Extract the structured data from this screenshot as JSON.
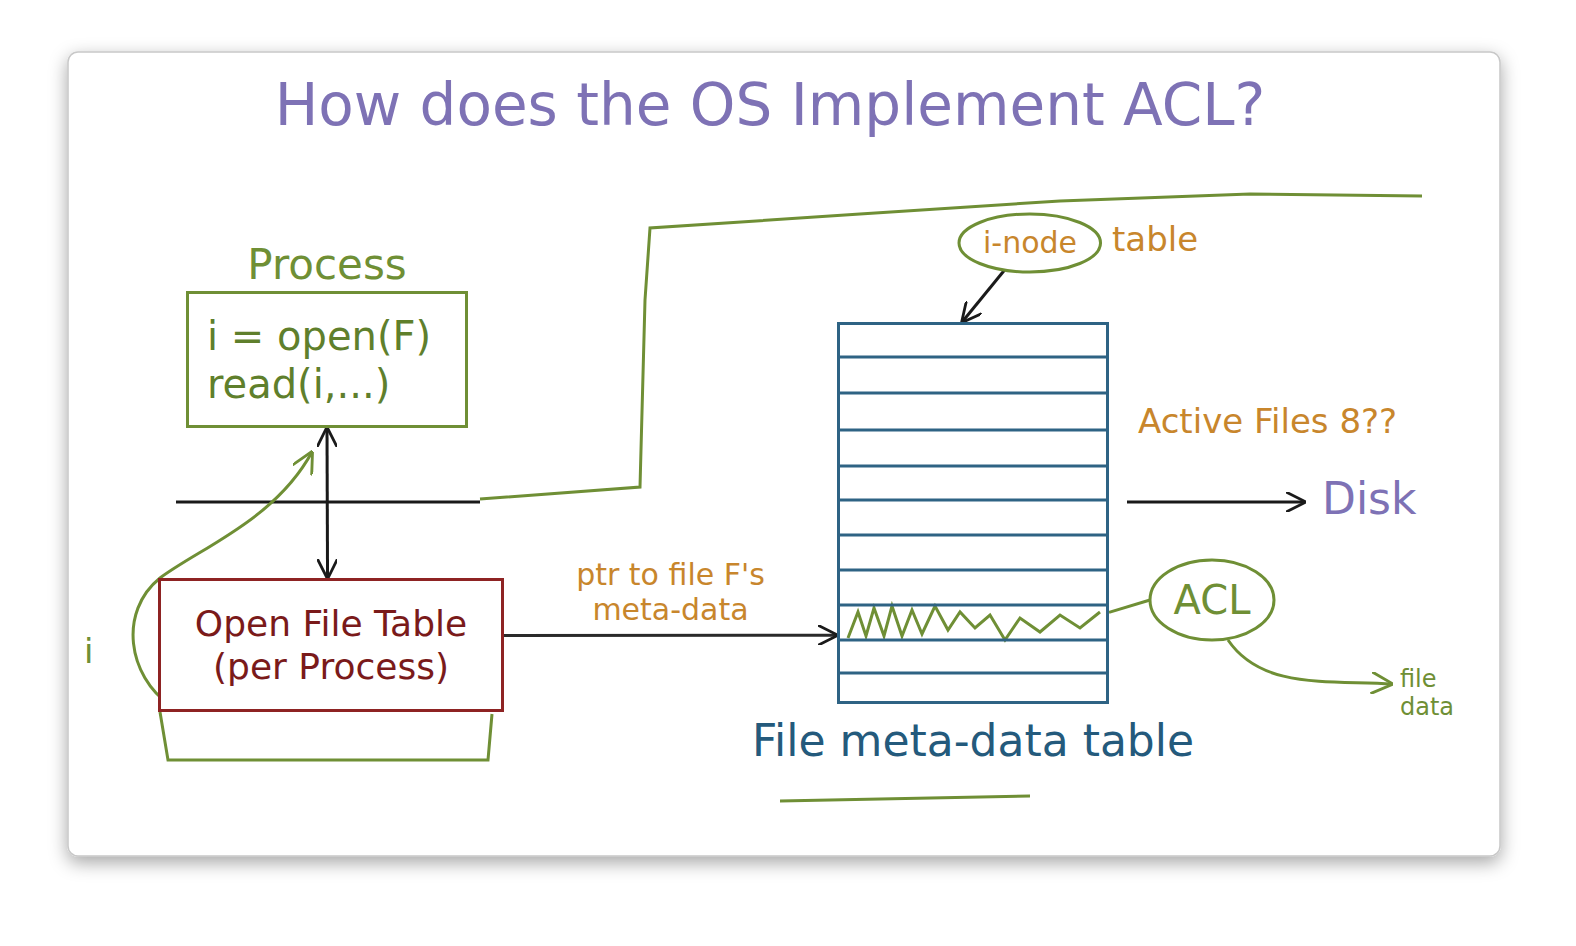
{
  "diagram": {
    "title": "How does the OS Implement ACL?",
    "nodes": [
      {
        "text": [
          "Process",
          "i = open(F) read(i,...)"
        ]
      },
      {
        "text": [
          "Open File Table (per Process)"
        ]
      },
      {
        "text": [
          "i-node"
        ]
      },
      {
        "text": [
          "File meta-data table"
        ]
      },
      {
        "text": [
          "ACL"
        ]
      }
    ],
    "edges": [
      {
        "from": 0,
        "to": 1,
        "arrow": "both"
      },
      {
        "from": 1,
        "to": 3,
        "label": "ptr to file F's meta-data",
        "arrow": "to"
      },
      {
        "from": 2,
        "to": 3,
        "arrow": "to"
      },
      {
        "from": 3,
        "to": 4,
        "arrow": "none"
      }
    ],
    "labels": [
      "table",
      "Active Files 8??",
      "Disk",
      "file data",
      "i"
    ]
  }
}
